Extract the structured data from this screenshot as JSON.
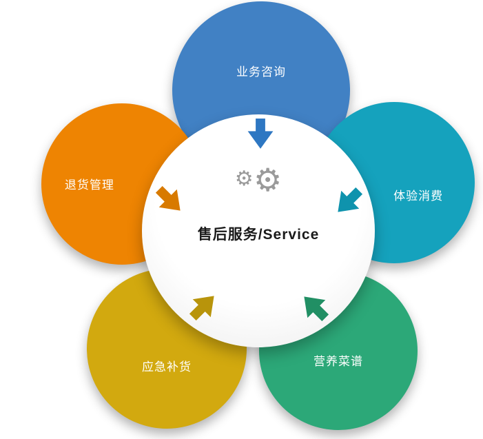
{
  "diagram": {
    "center": {
      "title": "售后服务/Service",
      "gear_glyph": "⚙"
    },
    "petals": [
      {
        "id": "business-consulting",
        "label": "业务咨询",
        "color": "#4181c4",
        "arrow_color": "#2e77c2"
      },
      {
        "id": "return-management",
        "label": "退货管理",
        "color": "#ee8402",
        "arrow_color": "#d87a00"
      },
      {
        "id": "experience-consumption",
        "label": "体验消费",
        "color": "#15a2bd",
        "arrow_color": "#0f93ad"
      },
      {
        "id": "emergency-restock",
        "label": "应急补货",
        "color": "#d2a90f",
        "arrow_color": "#b8940b"
      },
      {
        "id": "nutrition-recipes",
        "label": "营养菜谱",
        "color": "#2ca878",
        "arrow_color": "#218f64"
      }
    ]
  }
}
